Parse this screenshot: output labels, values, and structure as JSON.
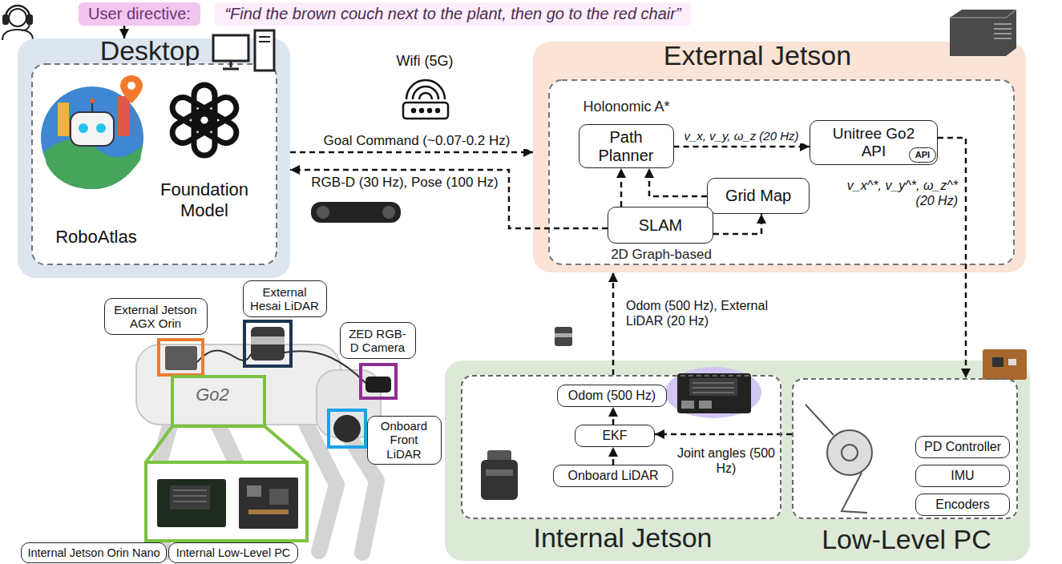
{
  "diagram": {
    "nodes": [
      {
        "text": [
          "User directive:"
        ]
      },
      {
        "text": [
          "“Find the brown couch next to the plant, then go to the red chair”"
        ]
      },
      {
        "text": [
          "Desktop"
        ]
      },
      {
        "text": [
          "External Jetson"
        ]
      },
      {
        "text": [
          "Holonomic A*",
          "Path Planner"
        ],
        "in": 3
      },
      {
        "text": [
          "Unitree Go2 API"
        ],
        "in": 3
      },
      {
        "text": [
          "Grid Map"
        ],
        "in": 3
      },
      {
        "text": [
          "SLAM",
          "2D Graph-based"
        ],
        "in": 3
      },
      {
        "text": [
          "Internal Jetson"
        ]
      },
      {
        "text": [
          "Odom (500 Hz)"
        ],
        "in": 8
      },
      {
        "text": [
          "EKF"
        ],
        "in": 8
      },
      {
        "text": [
          "Onboard LiDAR"
        ],
        "in": 8
      },
      {
        "text": [
          "Low-Level PC"
        ]
      },
      {
        "text": [
          "PD Controller"
        ],
        "in": 12
      },
      {
        "text": [
          "IMU"
        ],
        "in": 12
      },
      {
        "text": [
          "Encoders"
        ],
        "in": 12
      },
      {
        "text": [
          "External Jetson AGX Orin"
        ]
      },
      {
        "text": [
          "External Hesai LiDAR"
        ]
      },
      {
        "text": [
          "ZED RGB-D Camera"
        ]
      },
      {
        "text": [
          "Onboard Front LiDAR"
        ]
      },
      {
        "text": [
          "Internal Jetson Orin Nano"
        ]
      },
      {
        "text": [
          "Internal Low-Level PC"
        ]
      }
    ],
    "edges": [
      {
        "from": 0,
        "to": 2,
        "arrow": "to"
      },
      {
        "from": 2,
        "to": 3,
        "label": "Goal Command (~0.07-0.2 Hz)",
        "arrow": "to"
      },
      {
        "from": 7,
        "to": 2,
        "label": "RGB-D (30 Hz), Pose (100 Hz)",
        "arrow": "to"
      },
      {
        "from": 4,
        "to": 5,
        "label": "v_x, v_y, ω_z (20 Hz)",
        "arrow": "to"
      },
      {
        "from": 7,
        "to": 4,
        "arrow": "to"
      },
      {
        "from": 7,
        "to": 6,
        "arrow": "to"
      },
      {
        "from": 6,
        "to": 4,
        "arrow": "to"
      },
      {
        "from": 5,
        "to": 12,
        "label": "v_x^*, v_y^*, ω_z^* (20 Hz)",
        "arrow": "to"
      },
      {
        "from": 8,
        "to": 3,
        "label": "Odom (500 Hz), External LiDAR (20 Hz)",
        "arrow": "to"
      },
      {
        "from": 11,
        "to": 10,
        "arrow": "to"
      },
      {
        "from": 10,
        "to": 9,
        "arrow": "to"
      },
      {
        "from": 12,
        "to": 10,
        "label": "Joint angles (500 Hz)",
        "arrow": "to"
      }
    ],
    "labels": [
      "RoboAtlas",
      "Foundation Model",
      "Wifi (5G)",
      "Go2",
      "API"
    ]
  }
}
